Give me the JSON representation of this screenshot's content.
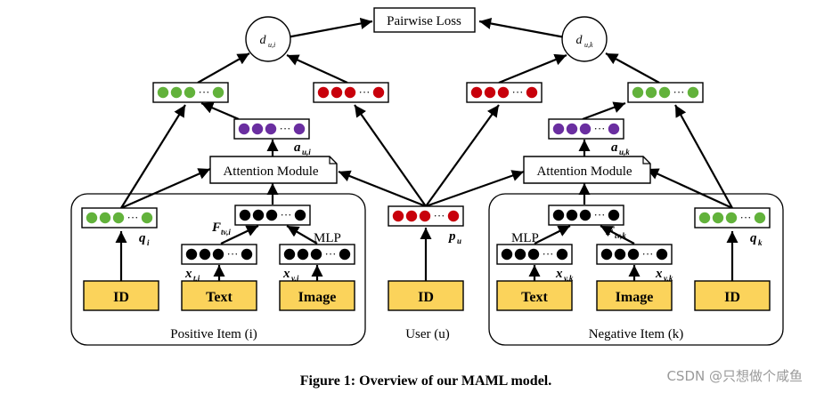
{
  "colors": {
    "green": "#62b23b",
    "red": "#c8000b",
    "purple": "#6a2ea0",
    "black": "#000000",
    "yellow_box": "#fbd35b"
  },
  "loss_label": "Pairwise Loss",
  "attention_label": "Attention Module",
  "mlp_label": "MLP",
  "ellipsis": "···",
  "distance_left": {
    "main": "d",
    "sub": "u,i"
  },
  "distance_right": {
    "main": "d",
    "sub": "u,k"
  },
  "attn_left": {
    "main": "a",
    "sub": "u,i"
  },
  "attn_right": {
    "main": "a",
    "sub": "u,k"
  },
  "fused_left": {
    "main": "F",
    "sub": "tv,i"
  },
  "fused_right": {
    "main": "F",
    "sub": "tv,k"
  },
  "q_i": {
    "main": "q",
    "sub": "i"
  },
  "q_k": {
    "main": "q",
    "sub": "k"
  },
  "p_u": {
    "main": "p",
    "sub": "u"
  },
  "x_ti": {
    "main": "x",
    "sub": "t,i"
  },
  "x_vi": {
    "main": "x",
    "sub": "v,i"
  },
  "x_vk1": {
    "main": "x",
    "sub": "v,k"
  },
  "x_vk2": {
    "main": "x",
    "sub": "v,k"
  },
  "inputs": {
    "left_id": "ID",
    "left_text": "Text",
    "left_image": "Image",
    "user_id": "ID",
    "right_text": "Text",
    "right_image": "Image",
    "right_id": "ID"
  },
  "groups": {
    "positive": "Positive Item (i)",
    "user": "User (u)",
    "negative": "Negative Item (k)"
  },
  "caption": "Figure 1: Overview of our MAML model.",
  "watermark": "CSDN @只想做个咸鱼"
}
